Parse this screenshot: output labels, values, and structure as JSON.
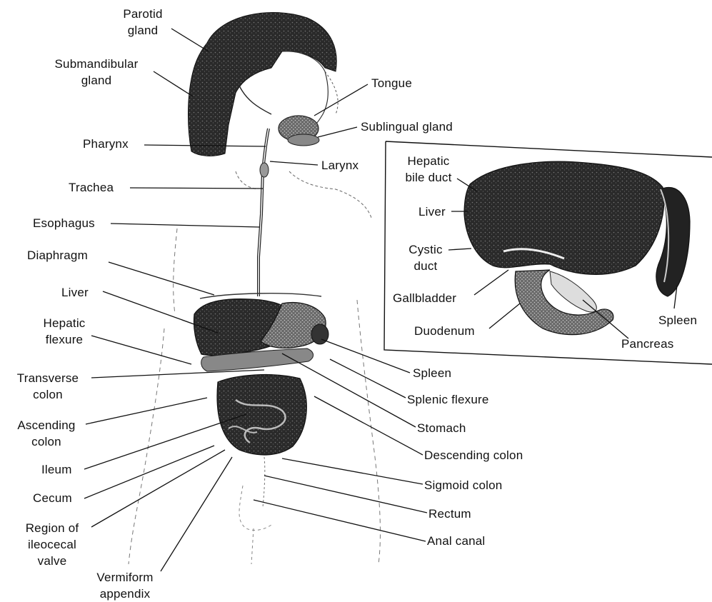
{
  "colors": {
    "ink": "#111111",
    "organ_dark": "#1c1c1c",
    "organ_mid": "#555555",
    "organ_light": "#9a9a9a",
    "paper": "#ffffff"
  },
  "labels": {
    "parotid": "Parotid\ngland",
    "submandibular": "Submandibular\ngland",
    "tongue": "Tongue",
    "sublingual": "Sublingual gland",
    "pharynx": "Pharynx",
    "larynx": "Larynx",
    "trachea": "Trachea",
    "esophagus": "Esophagus",
    "diaphragm": "Diaphragm",
    "liver": "Liver",
    "hepatic_flexure": "Hepatic\nflexure",
    "transverse_colon": "Transverse\ncolon",
    "ascending_colon": "Ascending\ncolon",
    "ileum": "Ileum",
    "cecum": "Cecum",
    "ileocecal": "Region of\nileocecal\nvalve",
    "appendix": "Vermiform\nappendix",
    "spleen": "Spleen",
    "splenic_flexure": "Splenic flexure",
    "stomach": "Stomach",
    "descending_colon": "Descending colon",
    "sigmoid_colon": "Sigmoid colon",
    "rectum": "Rectum",
    "anal_canal": "Anal canal"
  },
  "inset": {
    "hepatic_bile_duct": "Hepatic\nbile duct",
    "liver": "Liver",
    "cystic_duct": "Cystic\nduct",
    "gallbladder": "Gallbladder",
    "duodenum": "Duodenum",
    "pancreas": "Pancreas",
    "spleen": "Spleen"
  }
}
